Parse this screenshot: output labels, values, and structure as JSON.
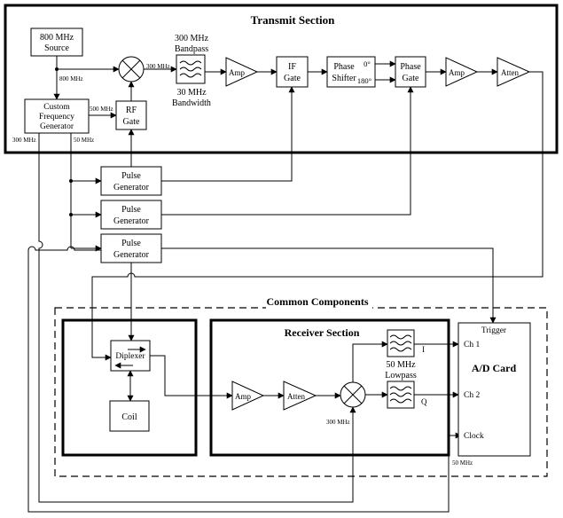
{
  "sections": {
    "transmit": "Transmit Section",
    "common": "Common Components",
    "receiver": "Receiver Section"
  },
  "blocks": {
    "source_line1": "800 MHz",
    "source_line2": "Source",
    "cfg_line1": "Custom",
    "cfg_line2": "Frequency",
    "cfg_line3": "Generator",
    "rf_gate_line1": "RF",
    "rf_gate_line2": "Gate",
    "bandpass_line1": "300 MHz",
    "bandpass_line2": "Bandpass",
    "bandpass_line3": "30 MHz",
    "bandpass_line4": "Bandwidth",
    "amp": "Amp",
    "if_gate_line1": "IF",
    "if_gate_line2": "Gate",
    "phase_shifter_line1": "Phase",
    "phase_shifter_line2": "Shifter",
    "phase_gate_line1": "Phase",
    "phase_gate_line2": "Gate",
    "atten": "Atten",
    "pulse_gen_line1": "Pulse",
    "pulse_gen_line2": "Generator",
    "diplexer": "Diplexer",
    "coil": "Coil",
    "lowpass_line1": "50 MHz",
    "lowpass_line2": "Lowpass",
    "ad_card": "A/D Card",
    "trigger": "Trigger",
    "ch1": "Ch 1",
    "ch2": "Ch 2",
    "clock": "Clock",
    "i_label": "I",
    "q_label": "Q"
  },
  "signals": {
    "f800": "800 MHz",
    "f300": "300 MHz",
    "f500": "500 MHz",
    "f50": "50 MHz",
    "deg0": "0°",
    "deg180": "180°"
  }
}
